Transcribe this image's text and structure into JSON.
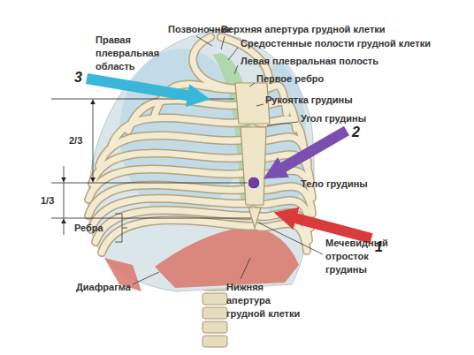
{
  "diagram": {
    "labels": [
      "Позвоночник",
      "Верхняя апертура грудной клетки",
      "Средостенные полости грудной клетки",
      "Правая плевральная область",
      "Левая плевральная полость",
      "Первое ребро",
      "Рукоятка грудины",
      "Угол грудины",
      "Тело грудины",
      "Мечевидный отросток грудины",
      "Нижняя апертура грудной клетки",
      "Диафрагма",
      "Ребра",
      "2/3",
      "1/3",
      "3",
      "2",
      "1"
    ]
  }
}
